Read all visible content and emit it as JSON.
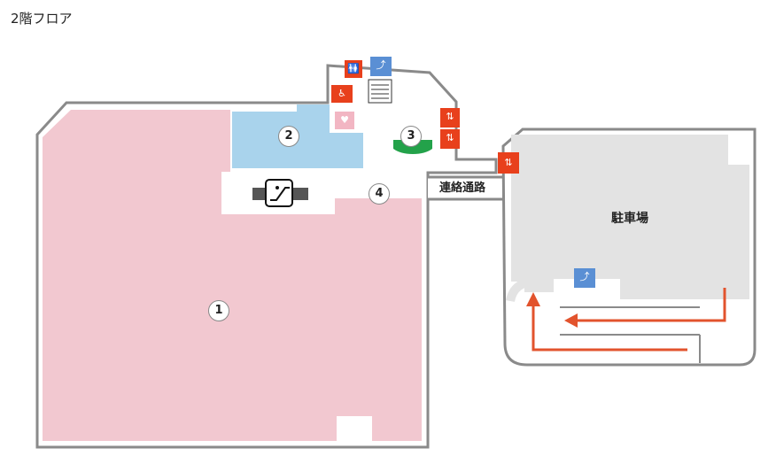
{
  "floor_title": "2階フロア",
  "areas": [
    {
      "number": "1",
      "color": "#f2c8d0"
    },
    {
      "number": "2",
      "color": "#a9d3ec"
    },
    {
      "number": "3",
      "color": "#23a24a"
    },
    {
      "number": "4",
      "color": "#f2c8d0"
    }
  ],
  "labels": {
    "corridor": "連絡通路",
    "parking": "駐車場"
  },
  "icons": {
    "restroom": "restroom-icon",
    "accessible_restroom": "accessible-restroom-icon",
    "nursing_room": "nursing-room-icon",
    "stairs": "stairs-icon",
    "elevator": "elevator-icon",
    "escalator": "escalator-icon"
  },
  "colors": {
    "shop_pink": "#f2c8d0",
    "shop_blue": "#a9d3ec",
    "parking_gray": "#e3e3e3",
    "wall": "#8a8a8a",
    "facility_red": "#e8401c",
    "stairs_blue": "#5a8fd4",
    "arrow_red": "#e2532d"
  }
}
